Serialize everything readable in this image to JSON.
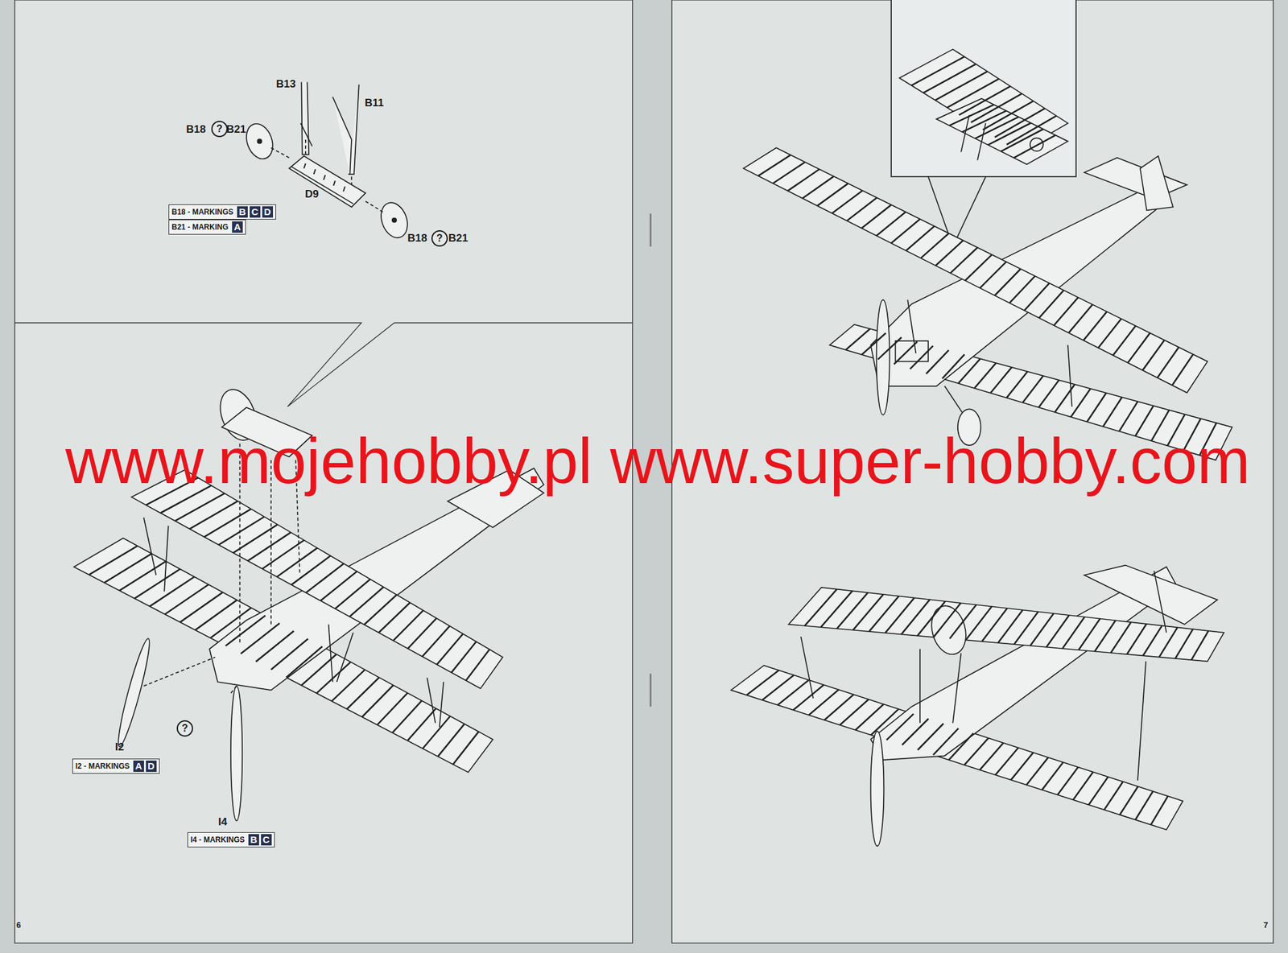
{
  "diagram": {
    "nodes": [
      {
        "text": [
          "B18 - MARKINGS"
        ]
      },
      {
        "text": [
          "B"
        ],
        "in": 0
      },
      {
        "text": [
          "C"
        ],
        "in": 0
      },
      {
        "text": [
          "D"
        ],
        "in": 0
      },
      {
        "text": [
          "B21 - MARKING"
        ]
      },
      {
        "text": [
          "A"
        ],
        "in": 4
      },
      {
        "text": [
          "I2 - MARKINGS"
        ]
      },
      {
        "text": [
          "A"
        ],
        "in": 6
      },
      {
        "text": [
          "D"
        ],
        "in": 6
      },
      {
        "text": [
          "I4 - MARKINGS"
        ]
      },
      {
        "text": [
          "B"
        ],
        "in": 9
      },
      {
        "text": [
          "C"
        ],
        "in": 9
      }
    ],
    "labels": [
      "B13",
      "B11",
      "B18",
      "?",
      "B21",
      "D9",
      "B18",
      "?",
      "B21",
      "I2",
      "?",
      "I4",
      "6",
      "7",
      "www.mojehobby.pl www.super-hobby.com"
    ]
  }
}
